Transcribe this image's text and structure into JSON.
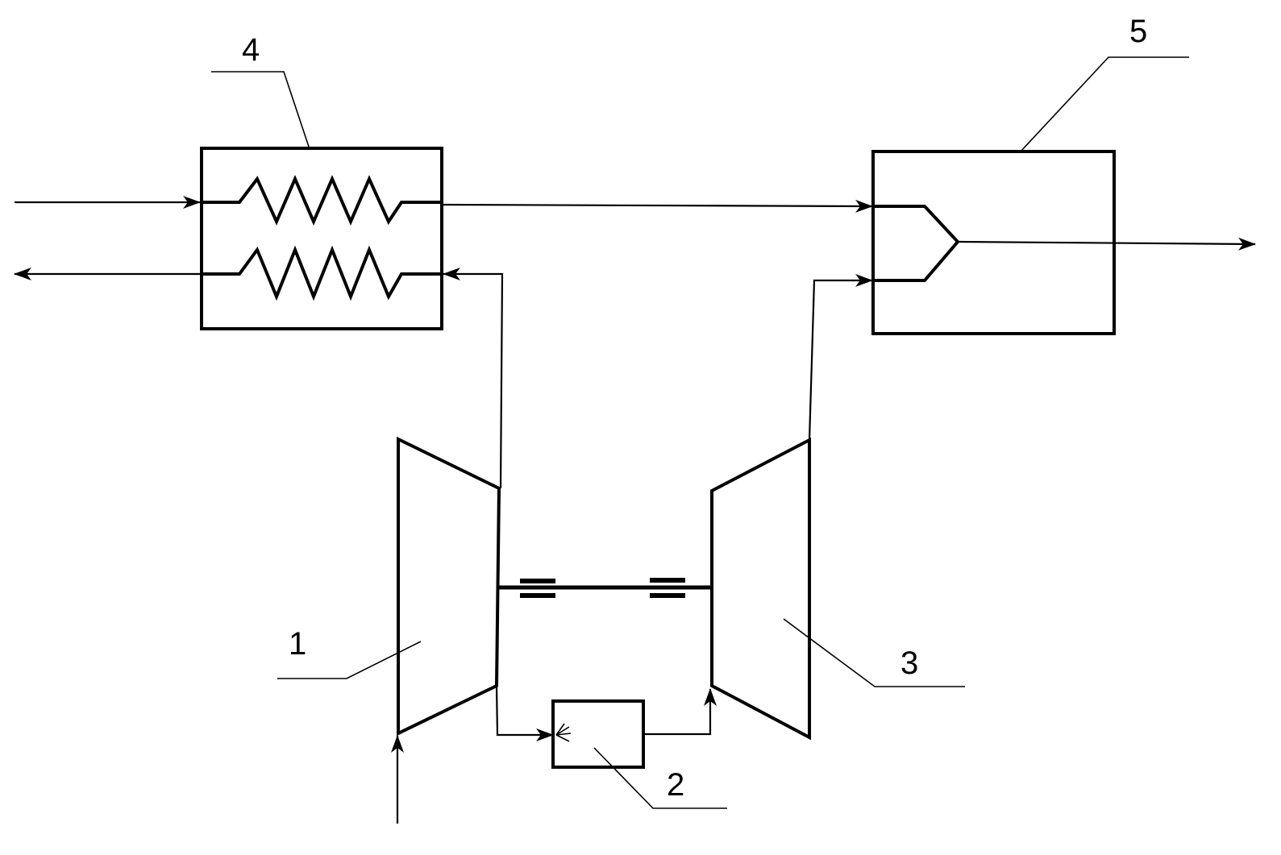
{
  "labels": {
    "compressor": "1",
    "combustor": "2",
    "turbine": "3",
    "heat_exchanger": "4",
    "mixer": "5"
  }
}
